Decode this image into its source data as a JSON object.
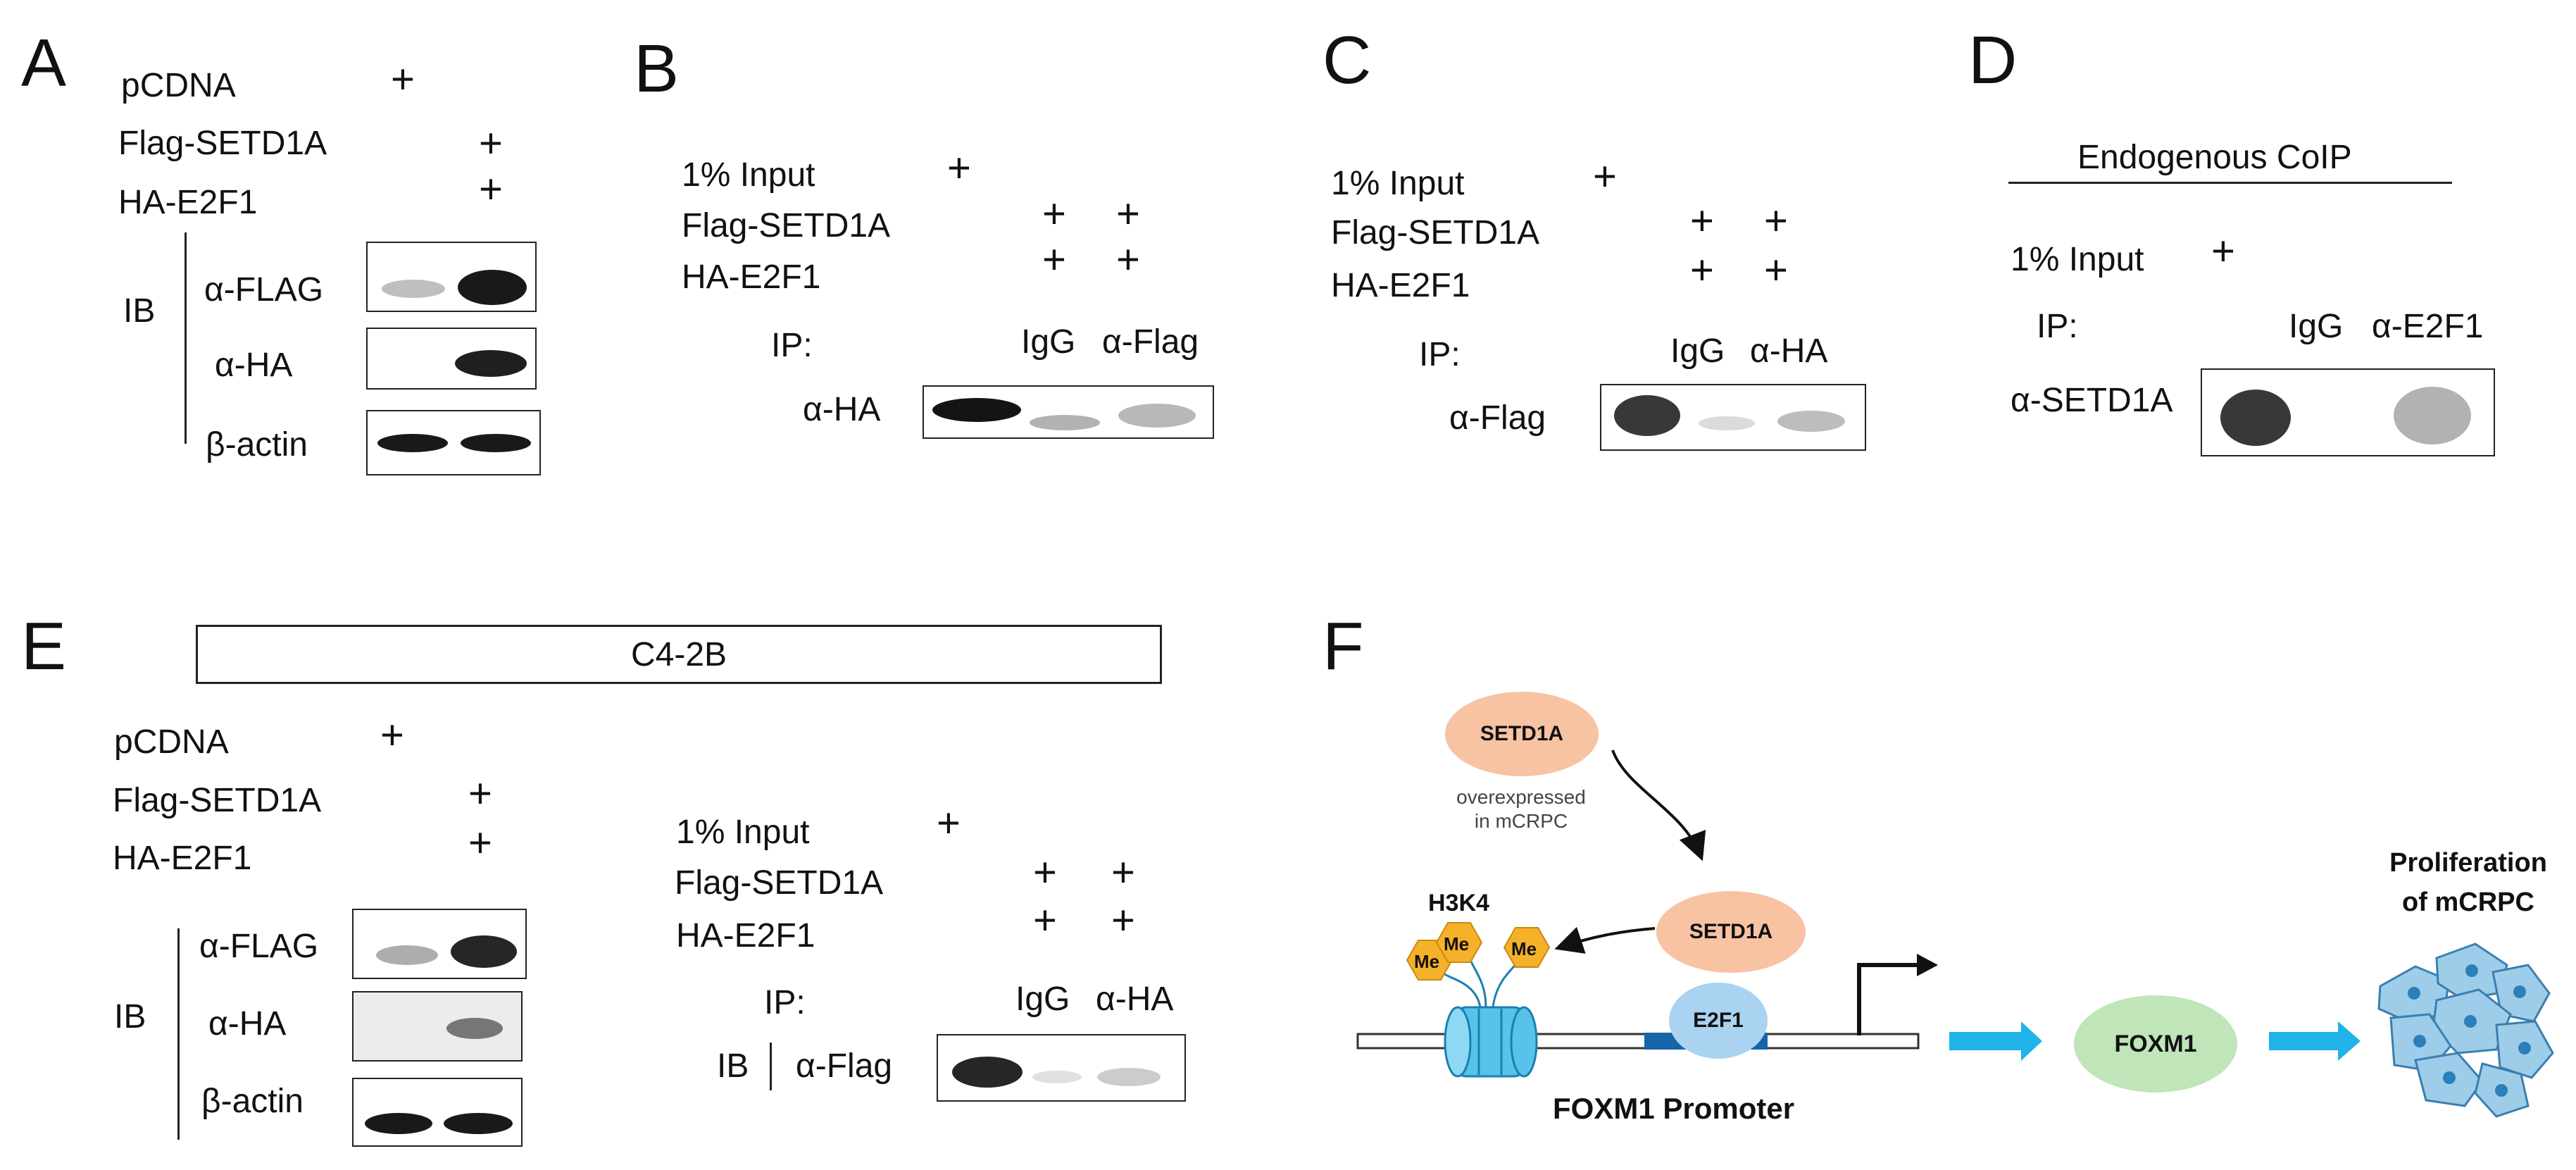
{
  "panels": {
    "A": "A",
    "B": "B",
    "C": "C",
    "D": "D",
    "E": "E",
    "F": "F"
  },
  "plus": "+",
  "a": {
    "pcdna": "pCDNA",
    "flag_setd1a": "Flag-SETD1A",
    "ha_e2f1": "HA-E2F1",
    "ib": "IB",
    "blot1": "α-FLAG",
    "blot2": "α-HA",
    "blot3": "β-actin"
  },
  "b": {
    "input": "1% Input",
    "flag_setd1a": "Flag-SETD1A",
    "ha_e2f1": "HA-E2F1",
    "ip": "IP:",
    "igg": "IgG",
    "ab": "α-Flag",
    "blot": "α-HA"
  },
  "c": {
    "input": "1% Input",
    "flag_setd1a": "Flag-SETD1A",
    "ha_e2f1": "HA-E2F1",
    "ip": "IP:",
    "igg": "IgG",
    "ab": "α-HA",
    "blot": "α-Flag"
  },
  "d": {
    "header": "Endogenous CoIP",
    "input": "1% Input",
    "ip": "IP:",
    "igg": "IgG",
    "ab": "α-E2F1",
    "blot": "α-SETD1A"
  },
  "e": {
    "cell_line": "C4-2B",
    "pcdna": "pCDNA",
    "flag_setd1a": "Flag-SETD1A",
    "ha_e2f1": "HA-E2F1",
    "ib": "IB",
    "blot1": "α-FLAG",
    "blot2": "α-HA",
    "blot3": "β-actin",
    "input": "1% Input",
    "flag_setd1a_2": "Flag-SETD1A",
    "ha_e2f1_2": "HA-E2F1",
    "ip": "IP:",
    "igg": "IgG",
    "ab": "α-HA",
    "ib2": "IB",
    "blot4": "α-Flag"
  },
  "f": {
    "setd1a_top": "SETD1A",
    "overexpressed_1": "overexpressed",
    "overexpressed_2": "in mCRPC",
    "h3k4": "H3K4",
    "me": "Me",
    "setd1a_bound": "SETD1A",
    "e2f1": "E2F1",
    "promoter": "FOXM1 Promoter",
    "foxm1": "FOXM1",
    "prolif_1": "Proliferation",
    "prolif_2": "of mCRPC",
    "colors": {
      "setd1a": "#f8c3a3",
      "e2f1": "#a9d3f0",
      "foxm1": "#bfe5b8",
      "me": "#f5b12a",
      "arrow": "#1fb3ea",
      "cell": "#9ecdea",
      "nucleosome": "#58c3ea"
    }
  }
}
